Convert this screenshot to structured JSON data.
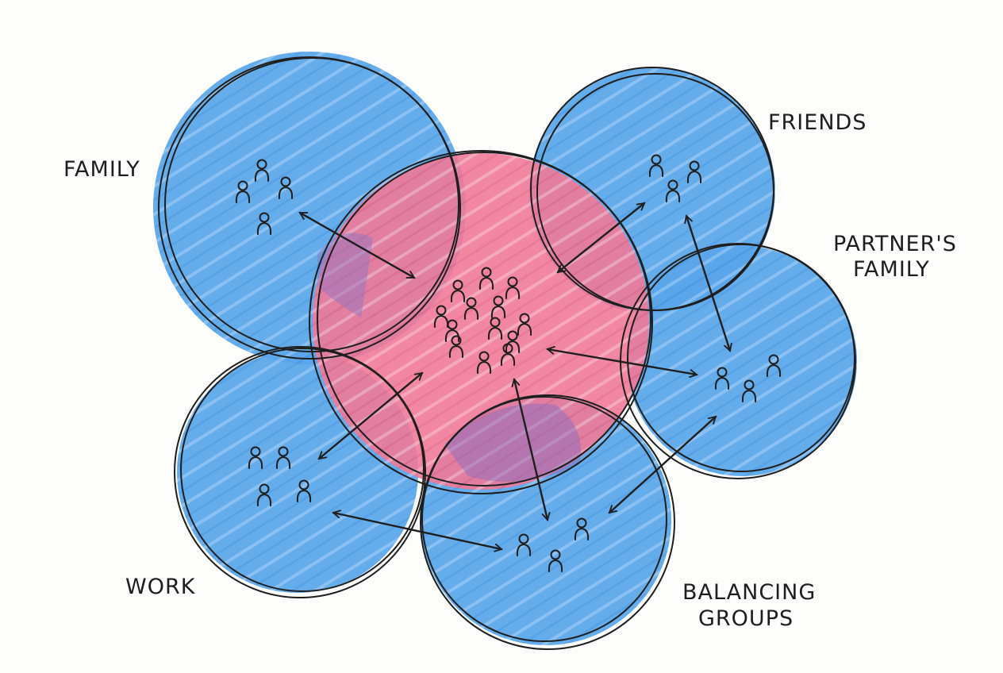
{
  "colors": {
    "group_fill": "#5aa6ea",
    "center_fill": "#f07a98",
    "ink": "#1e1e1e",
    "paper": "#fdfdfb"
  },
  "labels": {
    "family": "FAMILY",
    "friends": "FRIENDS",
    "partners_family_line1": "PARTNER'S",
    "partners_family_line2": "FAMILY",
    "work": "WORK",
    "balancing_groups_line1": "BALANCING",
    "balancing_groups_line2": "GROUPS"
  },
  "groups": [
    {
      "id": "center",
      "name": "",
      "people": 13
    },
    {
      "id": "family",
      "name": "FAMILY",
      "people": 4
    },
    {
      "id": "friends",
      "name": "FRIENDS",
      "people": 3
    },
    {
      "id": "partners-family",
      "name": "PARTNER'S FAMILY",
      "people": 3
    },
    {
      "id": "work",
      "name": "WORK",
      "people": 4
    },
    {
      "id": "balancing-groups",
      "name": "BALANCING GROUPS",
      "people": 3
    }
  ],
  "icons": [
    "person-icon",
    "double-arrow-icon"
  ]
}
